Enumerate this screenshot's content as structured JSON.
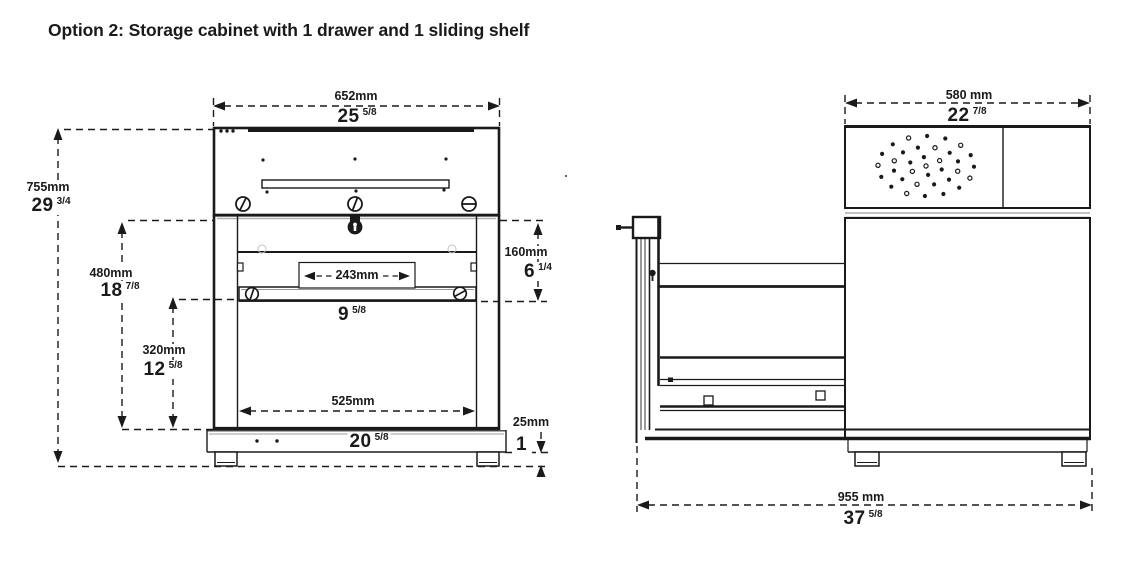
{
  "title": "Option 2: Storage cabinet with 1 drawer and 1 sliding shelf",
  "views": {
    "front": {
      "dimensions": {
        "overall_width": {
          "mm": "652mm",
          "inches": "25",
          "fraction": "5/8"
        },
        "overall_height": {
          "mm": "755mm",
          "inches": "29",
          "fraction": "3/4"
        },
        "opening_height": {
          "mm": "480mm",
          "inches": "18",
          "fraction": "7/8"
        },
        "shelf_height": {
          "mm": "320mm",
          "inches": "12",
          "fraction": "5/8"
        },
        "shelf_handle_width": {
          "mm": "243mm",
          "inches": "9",
          "fraction": "5/8"
        },
        "opening_width": {
          "mm": "525mm",
          "inches": "20",
          "fraction": "5/8"
        },
        "drawer_section_height": {
          "mm": "160mm",
          "inches": "6",
          "fraction": "1/4"
        },
        "foot_height": {
          "mm": "25mm",
          "inches": "1",
          "fraction": ""
        }
      }
    },
    "side": {
      "dimensions": {
        "top_depth": {
          "mm": "580 mm",
          "inches": "22",
          "fraction": "7/8"
        },
        "overall_depth": {
          "mm": "955 mm",
          "inches": "37",
          "fraction": "5/8"
        }
      }
    }
  },
  "colors": {
    "line_color": "#1a1a1a",
    "background": "#ffffff"
  }
}
